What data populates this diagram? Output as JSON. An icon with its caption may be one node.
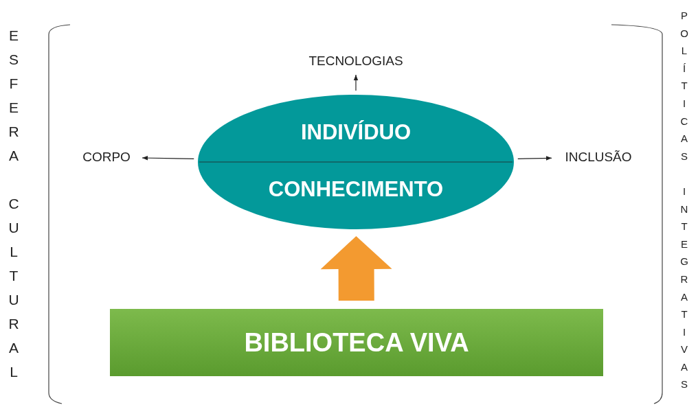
{
  "diagram": {
    "nodes": [
      {
        "text": [
          "INDIVÍDUO",
          "CONHECIMENTO"
        ]
      },
      {
        "text": [
          "TECNOLOGIAS"
        ]
      },
      {
        "text": [
          "CORPO"
        ]
      },
      {
        "text": [
          "INCLUSÃO"
        ]
      },
      {
        "text": [
          "BIBLIOTECA VIVA"
        ]
      }
    ],
    "edges": [
      {
        "from": 0,
        "to": 1,
        "arrow": "to"
      },
      {
        "from": 0,
        "to": 2,
        "arrow": "to"
      },
      {
        "from": 0,
        "to": 3,
        "arrow": "to"
      },
      {
        "from": 4,
        "to": 0,
        "arrow": "to",
        "style": "thick",
        "color": "#f39a30"
      }
    ],
    "labels": [
      "ESFERA CULTURAL",
      "POLÍTICAS INTEGRATIVAS"
    ]
  }
}
